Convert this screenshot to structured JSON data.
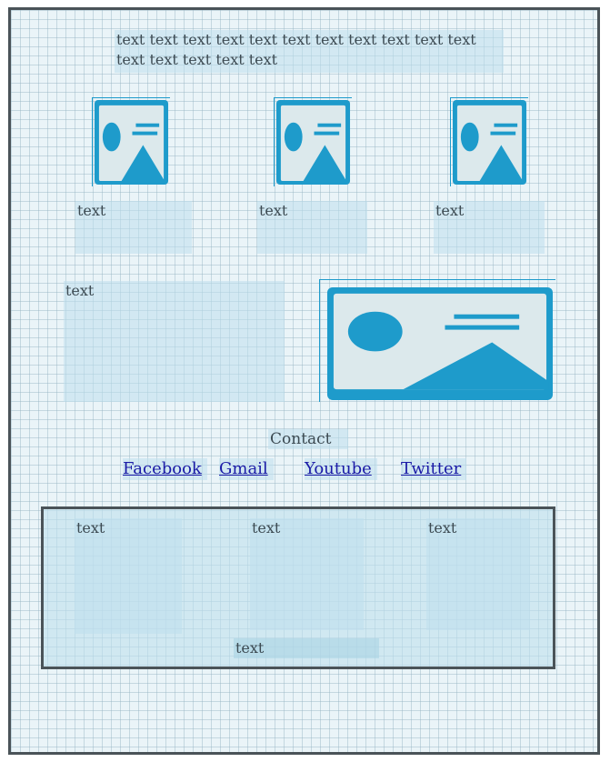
{
  "intro": {
    "text": "text text text text text text text text text text text text text text text text"
  },
  "gallery": {
    "captions": [
      "text",
      "text",
      "text"
    ]
  },
  "feature": {
    "text": "text"
  },
  "contact": {
    "heading": "Contact",
    "links": [
      "Facebook",
      "Gmail",
      "Youtube",
      "Twitter"
    ]
  },
  "footer": {
    "columns": [
      "text",
      "text",
      "text"
    ],
    "bottom": "text"
  },
  "colors": {
    "accent": "#1e9bcb",
    "placeholder_bg": "#dce9ec",
    "border": "#4a5358",
    "link": "#1a1aa6"
  },
  "icons": {
    "image": "image-placeholder-icon"
  }
}
